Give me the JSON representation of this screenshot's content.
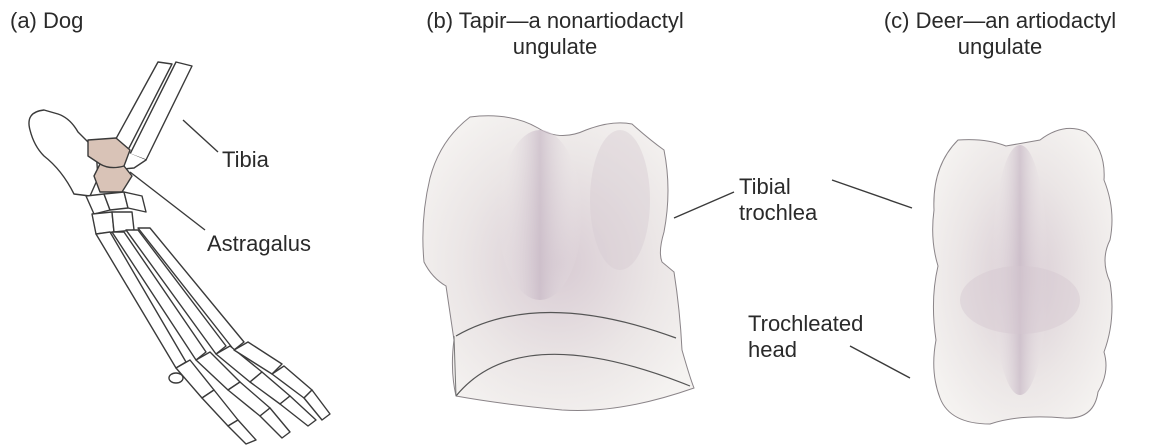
{
  "panels": {
    "a": {
      "title": "(a) Dog"
    },
    "b": {
      "title_line1": "(b) Tapir—a nonartiodactyl",
      "title_line2": "ungulate"
    },
    "c": {
      "title_line1": "(c) Deer—an artiodactyl",
      "title_line2": "ungulate"
    }
  },
  "labels": {
    "tibia": "Tibia",
    "astragalus": "Astragalus",
    "tibial_trochlea_1": "Tibial",
    "tibial_trochlea_2": "trochlea",
    "trochleated_head_1": "Trochleated",
    "trochleated_head_2": "head"
  },
  "colors": {
    "bone_fill": "#f2efec",
    "astragalus_fill": "#d9c3b7",
    "outline": "#3a3a3a",
    "shade": "#cdbfcb"
  }
}
